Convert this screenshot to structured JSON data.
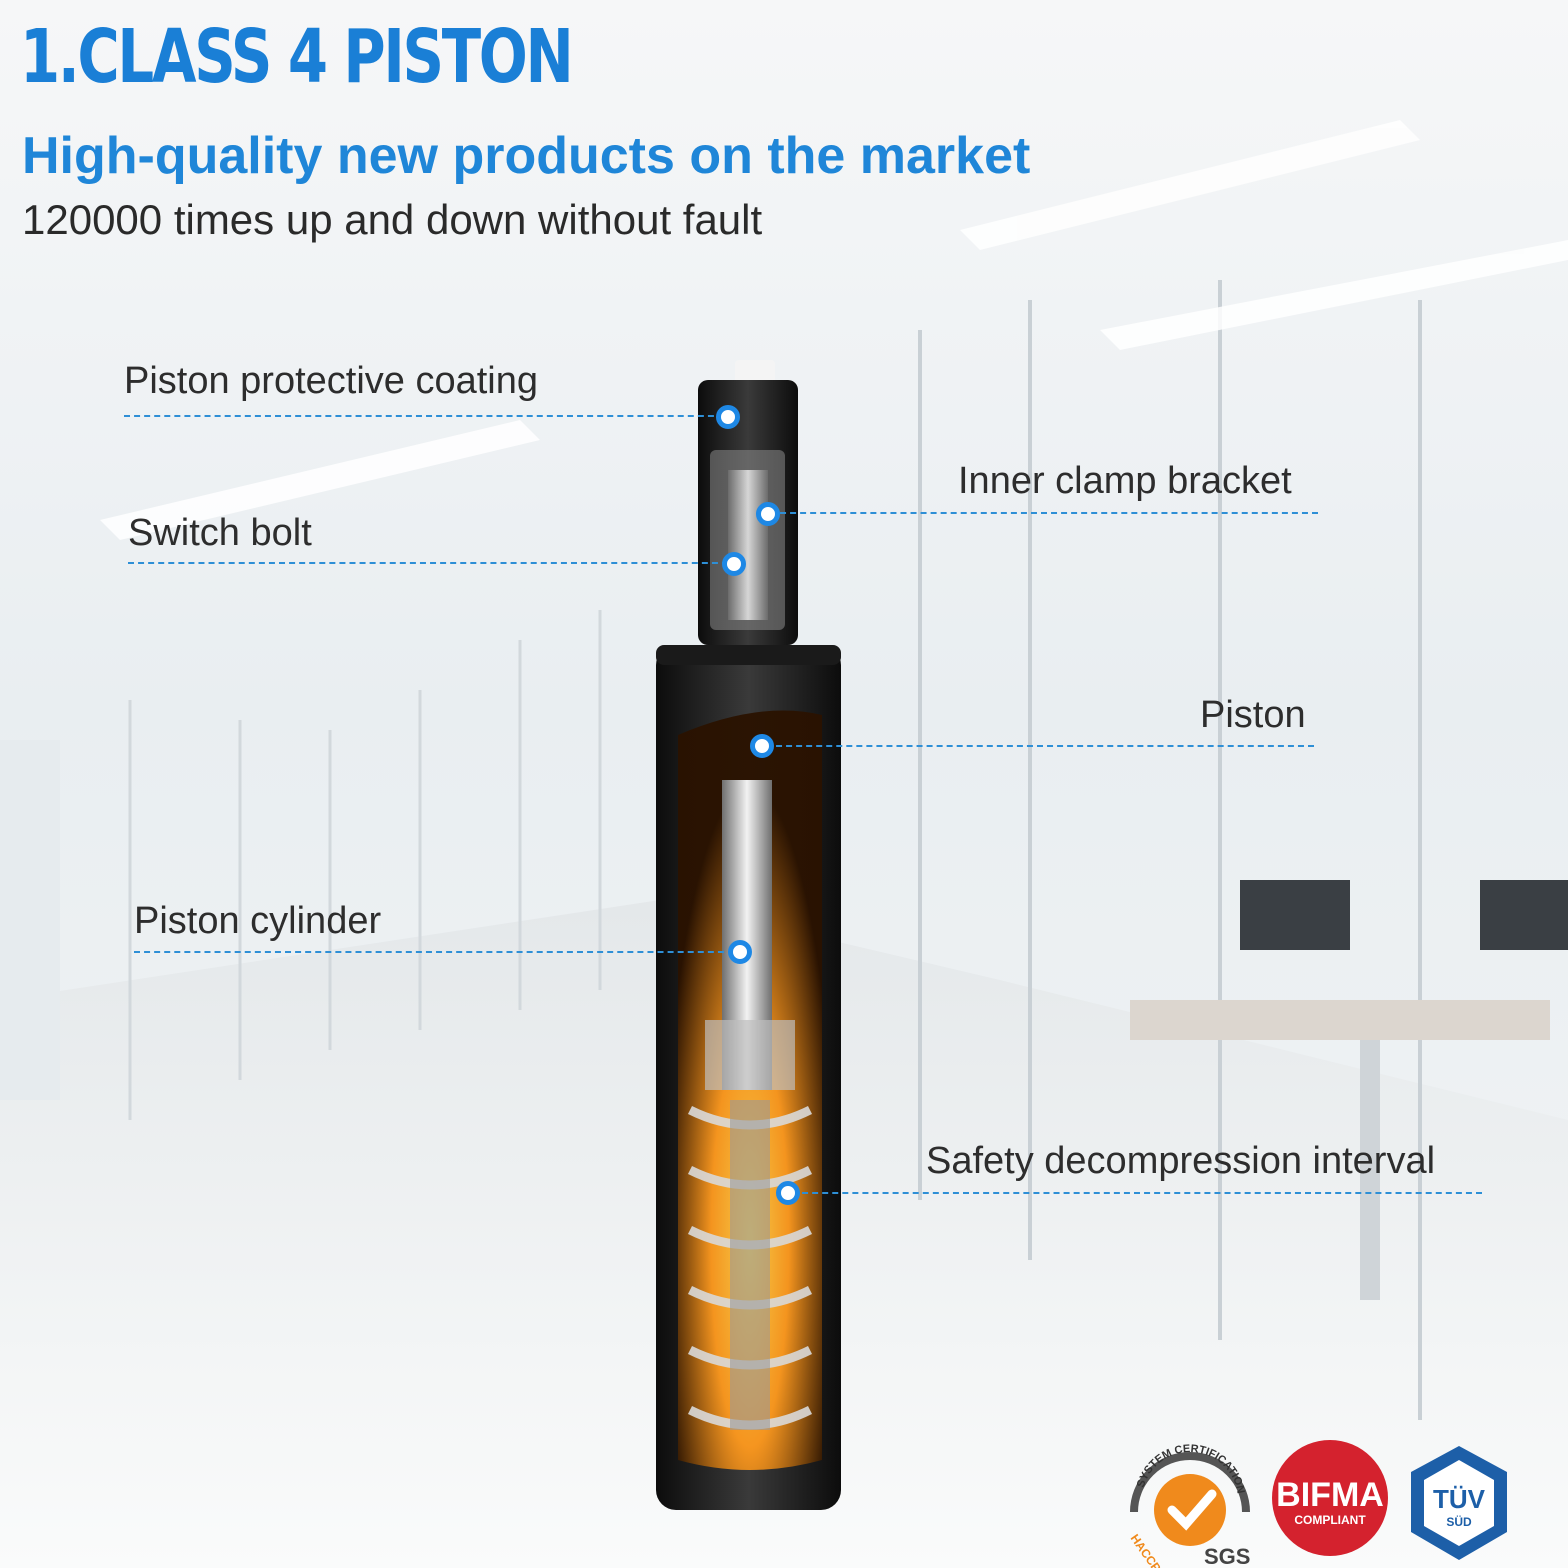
{
  "header": {
    "title": "1.CLASS 4 PISTON",
    "subtitle": "High-quality new products on the market",
    "tagline": "120000 times up and down without fault"
  },
  "callouts": {
    "protective_coating": "Piston protective coating",
    "inner_clamp": "Inner clamp bracket",
    "switch_bolt": "Switch bolt",
    "piston": "Piston",
    "cylinder": "Piston cylinder",
    "decompression": "Safety decompression  interval"
  },
  "badges": {
    "sgs_ring": "SYSTEM CERTIFICATION",
    "sgs_side": "HACCP",
    "sgs_name": "SGS",
    "bifma_name": "BIFMA",
    "bifma_sub": "COMPLIANT",
    "tuv_name": "TÜV",
    "tuv_sub": "SÜD"
  },
  "colors": {
    "accent_blue": "#1a7fd6",
    "leader_blue": "#2e8fd6",
    "bifma_red": "#d4222e",
    "sgs_orange": "#f08a1c",
    "tuv_blue": "#1d5fa8"
  }
}
